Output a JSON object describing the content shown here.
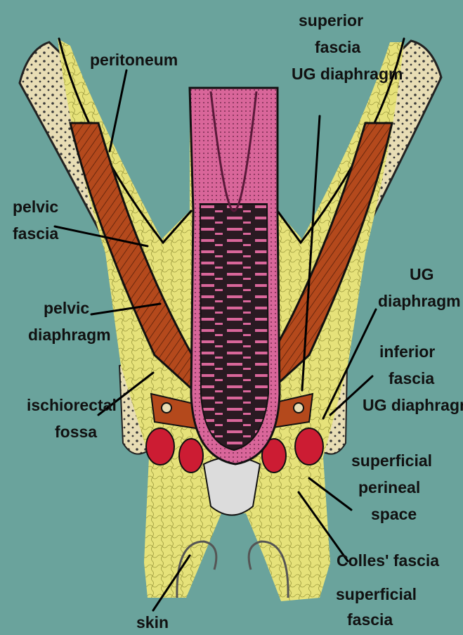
{
  "colors": {
    "background": "#6aa39c",
    "fat": "#e6e27a",
    "muscle": "#b4491c",
    "bone": "#e8ddb5",
    "mucosa": "#d9669a",
    "lumen": "#2a1a22",
    "vessel": "#cc1c33",
    "fascia_line": "#111111"
  },
  "labels": {
    "peritoneum": "peritoneum",
    "superior_fascia": [
      "superior",
      "fascia",
      "UG diaphragm"
    ],
    "pelvic_fascia": [
      "pelvic",
      "fascia"
    ],
    "pelvic_diaphragm": [
      "pelvic",
      "diaphragm"
    ],
    "ug_diaphragm": [
      "UG",
      "diaphragm"
    ],
    "inferior_fascia": [
      "inferior",
      "fascia",
      "UG diaphragm"
    ],
    "ischiorectal_fossa": [
      "ischiorectal",
      "fossa"
    ],
    "superficial_perineal_space": [
      "superficial",
      "perineal",
      "space"
    ],
    "colles_fascia": "Colles' fascia",
    "skin": "skin",
    "superficial_fascia": [
      "superficial",
      "fascia"
    ]
  }
}
